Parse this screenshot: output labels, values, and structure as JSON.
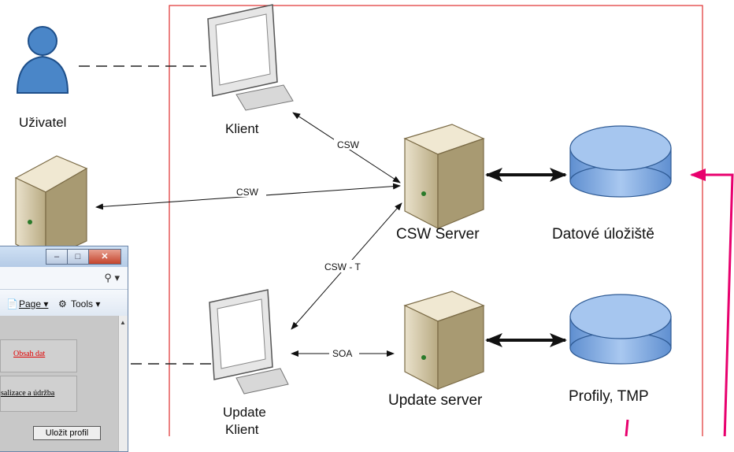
{
  "nodes": {
    "user": "Uživatel",
    "client": "Klient",
    "csw_server": "CSW Server",
    "data_store": "Datové úložiště",
    "update_client_line1": "Update",
    "update_client_line2": "Klient",
    "update_server": "Update server",
    "profiles": "Profily, TMP"
  },
  "edges": {
    "client_server": "CSW",
    "external_server": "CSW",
    "update_client_server": "CSW - T",
    "update_soa": "SOA"
  },
  "browser": {
    "page_menu": "Page ▾",
    "tools_menu": "Tools ▾",
    "cell_content": "Obsah dat",
    "cell_update": "salizace a údržba",
    "save_button": "Uložit profil"
  },
  "colors": {
    "boundary": "#e03030",
    "feedback": "#e8006e",
    "db_fill": "#8fb4e6",
    "server_fill": "#d8ccaa"
  }
}
